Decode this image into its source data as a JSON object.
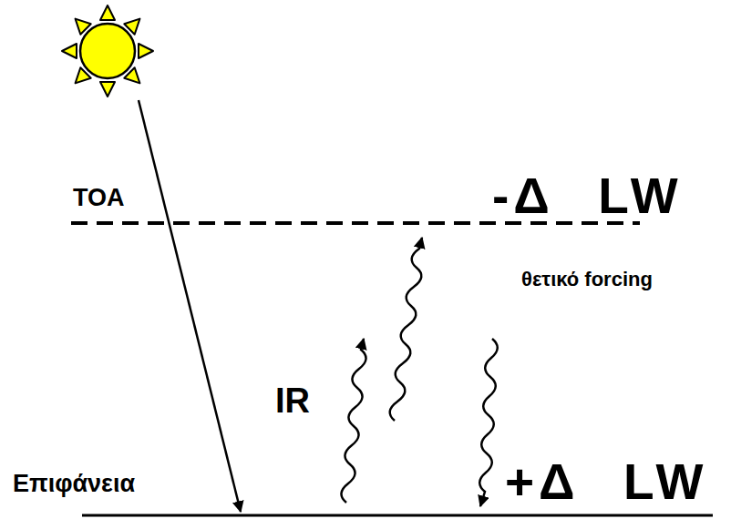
{
  "diagram": {
    "labels": [
      "TOA",
      "-Δ LW",
      "θετικό forcing",
      "IR",
      "Επιφάνεια",
      "+Δ LW"
    ]
  }
}
